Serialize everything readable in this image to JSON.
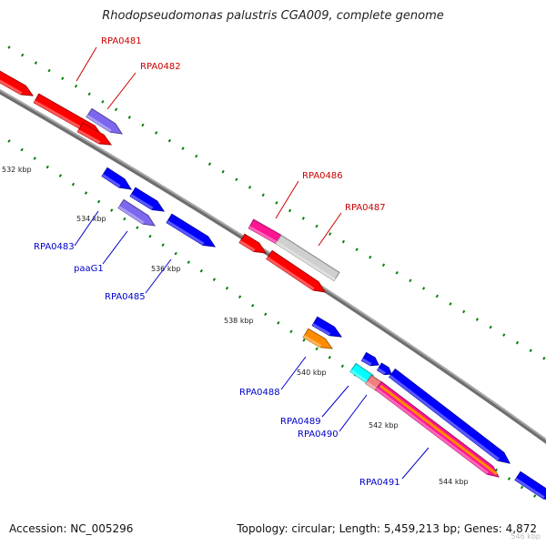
{
  "title": "Rhodopseudomonas palustris CGA009, complete genome",
  "footer": {
    "accession": "Accession: NC_005296",
    "info": "Topology: circular; Length: 5,459,213 bp; Genes: 4,872"
  },
  "faint_label": "546 kbp",
  "colors": {
    "red": "#ff0000",
    "blue": "#0000ff",
    "purple": "#7b68ee",
    "magenta": "#ff1493",
    "lightgray": "#cfcfcf",
    "orange": "#ff8c00",
    "cyan": "#00ffff",
    "pink": "#f08080",
    "backbone": "#888888",
    "tick": "#008000",
    "label_top": "#cc0000",
    "label_bottom": "#0000cc"
  },
  "kbp_labels": [
    "532 kbp",
    "534 kbp",
    "536 kbp",
    "538 kbp",
    "540 kbp",
    "542 kbp",
    "544 kbp"
  ],
  "gene_labels": [
    {
      "text": "RPA0481",
      "color": "red"
    },
    {
      "text": "RPA0482",
      "color": "red"
    },
    {
      "text": "RPA0486",
      "color": "red"
    },
    {
      "text": "RPA0487",
      "color": "red"
    },
    {
      "text": "RPA0483",
      "color": "blue"
    },
    {
      "text": "paaG1",
      "color": "blue"
    },
    {
      "text": "RPA0485",
      "color": "blue"
    },
    {
      "text": "RPA0488",
      "color": "blue"
    },
    {
      "text": "RPA0489",
      "color": "blue"
    },
    {
      "text": "RPA0490",
      "color": "blue"
    },
    {
      "text": "RPA0491",
      "color": "blue"
    }
  ]
}
